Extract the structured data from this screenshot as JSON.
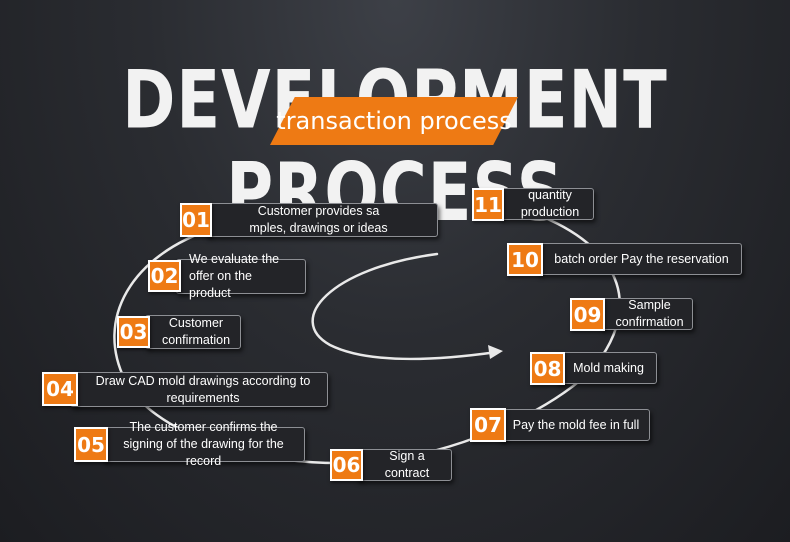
{
  "title": "DEVELOPMENT PROCESS",
  "subtitle": "transaction process",
  "colors": {
    "accent": "#ee7a14",
    "box_bg": "#232428",
    "box_border": "#8d8f94"
  },
  "steps": [
    {
      "num": "01",
      "text": "Customer provides sa mples, drawings or ideas"
    },
    {
      "num": "02",
      "text": "We evaluate the offer on the product"
    },
    {
      "num": "03",
      "text": "Customer confirmation"
    },
    {
      "num": "04",
      "text": "Draw CAD mold drawings according to requirements"
    },
    {
      "num": "05",
      "text": "The customer confirms the signing of the drawing for the record"
    },
    {
      "num": "06",
      "text": "Sign a contract"
    },
    {
      "num": "07",
      "text": "Pay the mold fee in full"
    },
    {
      "num": "08",
      "text": "Mold making"
    },
    {
      "num": "09",
      "text": "Sample confirmation"
    },
    {
      "num": "10",
      "text": "batch order Pay the reservation"
    },
    {
      "num": "11",
      "text": "quantity production"
    }
  ]
}
